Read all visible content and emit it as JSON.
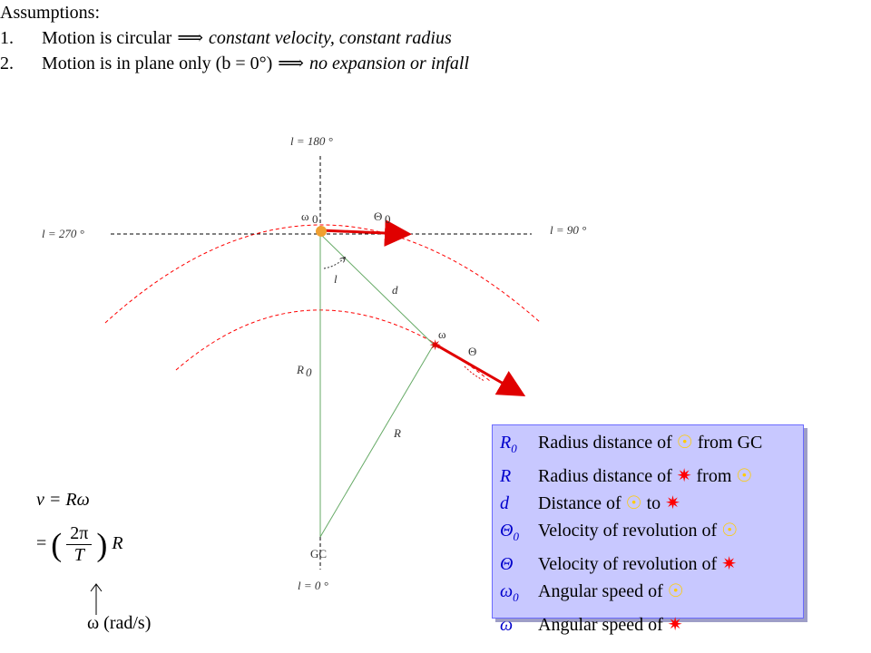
{
  "assumptions": {
    "heading": "Assumptions:",
    "items": [
      {
        "num": "1.",
        "text": "Motion is circular",
        "arrow": "⟹",
        "italic": "constant velocity, constant radius"
      },
      {
        "num": "2.",
        "text": "Motion is in plane only (b = 0°)",
        "arrow": "⟹",
        "italic": "no expansion or infall"
      }
    ]
  },
  "diagram": {
    "l180": "l = 180 °",
    "l270": "l = 270 °",
    "l90": "l = 90 °",
    "l0": "l = 0 °",
    "omega0": "ω",
    "omega0_sub": "0",
    "theta0": "Θ",
    "theta0_sub": "0",
    "l_angle": "l",
    "d": "d",
    "omega": "ω",
    "theta": "Θ",
    "R0": "R",
    "R0_sub": "0",
    "R": "R",
    "GC": "GC"
  },
  "legend": {
    "rows": [
      {
        "sym": "R",
        "sub": "0",
        "text": "Radius distance of",
        "mid": "sun",
        "text2": "from GC",
        "end": ""
      },
      {
        "sym": "R",
        "sub": "",
        "text": "Radius distance of",
        "mid": "star",
        "text2": "from",
        "end": "sun"
      },
      {
        "sym": "d",
        "sub": "",
        "text": "Distance of",
        "mid": "sun",
        "text2": "to",
        "end": "star"
      },
      {
        "sym": "Θ",
        "sub": "0",
        "text": "Velocity of revolution of",
        "mid": "sun",
        "text2": "",
        "end": ""
      },
      {
        "sym": "Θ",
        "sub": "",
        "text": "Velocity of revolution of",
        "mid": "star",
        "text2": "",
        "end": ""
      },
      {
        "sym": "ω",
        "sub": "0",
        "text": "Angular speed of",
        "mid": "sun",
        "text2": "",
        "end": ""
      },
      {
        "sym": "ω",
        "sub": "",
        "text": "Angular speed of",
        "mid": "star",
        "text2": "",
        "end": ""
      }
    ]
  },
  "formula": {
    "line1": "v = Rω",
    "two_pi": "2π",
    "T": "T",
    "R": "R",
    "eq": "=",
    "unit": "ω (rad/s)"
  },
  "colors": {
    "sun": "#f0a030",
    "star": "#e00000",
    "circle": "#ff0000",
    "green": "#66aa66",
    "legend_bg": "#c8c8ff"
  }
}
